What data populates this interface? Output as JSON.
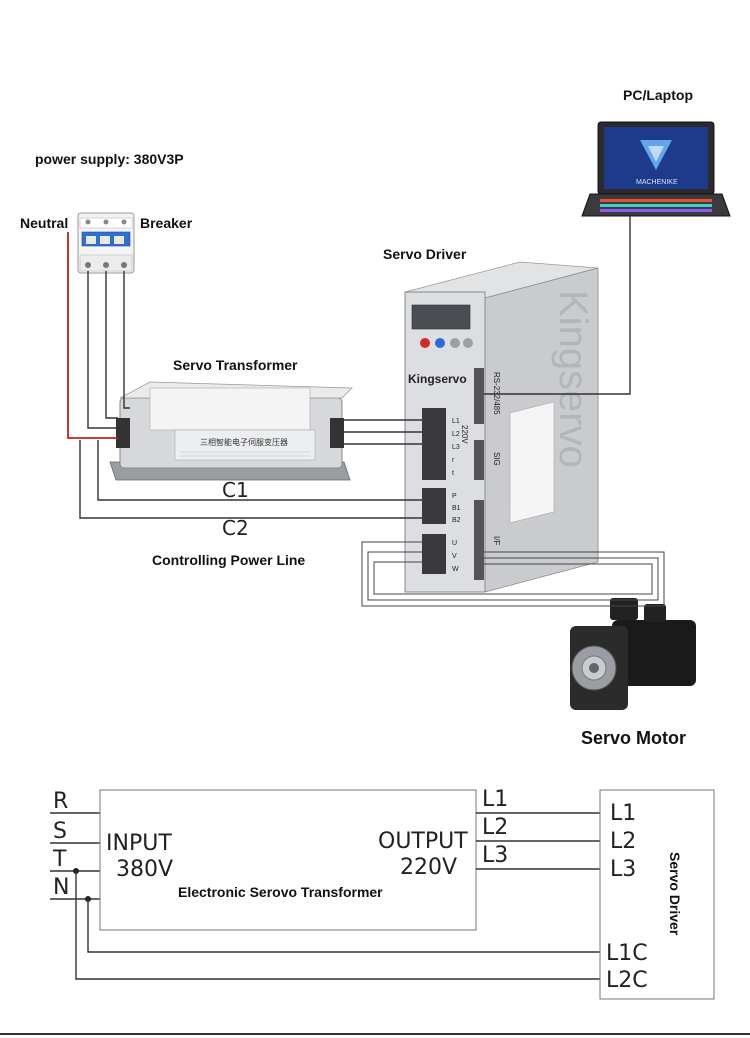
{
  "photo_labels": {
    "power_supply": "power supply: 380V3P",
    "neutral": "Neutral",
    "breaker": "Breaker",
    "pc_laptop": "PC/Laptop",
    "servo_driver": "Servo Driver",
    "servo_transformer": "Servo Transformer",
    "c1": "C1",
    "c2": "C2",
    "controlling_power_line": "Controlling Power Line",
    "servo_motor": "Servo Motor"
  },
  "driver_unit": {
    "brand": "Kingservo",
    "vertical_brand": "Kingservo",
    "rs_port": "RS-232/485",
    "sig_port": "SIG",
    "io_port": "I/F",
    "input_voltage": "220V",
    "terminals_power": [
      "L1",
      "L2",
      "L3",
      "r",
      "t"
    ],
    "terminals_regen": [
      "P",
      "B1",
      "B2"
    ],
    "terminals_motor": [
      "U",
      "V",
      "W"
    ]
  },
  "transformer_unit": {
    "chinese_title": "三相智能电子伺服变压器"
  },
  "laptop": {
    "screen_text": "MACHENIKE"
  },
  "schematic": {
    "inputs": [
      "R",
      "S",
      "T",
      "N"
    ],
    "transformer_input": "INPUT",
    "transformer_input_voltage": "380V",
    "transformer_output": "OUTPUT",
    "transformer_output_voltage": "220V",
    "transformer_caption": "Electronic Serovo Transformer",
    "output_lines": [
      "L1",
      "L2",
      "L3"
    ],
    "driver_terminals": [
      "L1",
      "L2",
      "L3",
      "L1C",
      "L2C"
    ],
    "driver_title": "Servo Driver"
  },
  "colors": {
    "red_wire": "#c81e1e",
    "screen_blue": "#1e3a8a",
    "panel_gray": "#d9dbdd"
  }
}
